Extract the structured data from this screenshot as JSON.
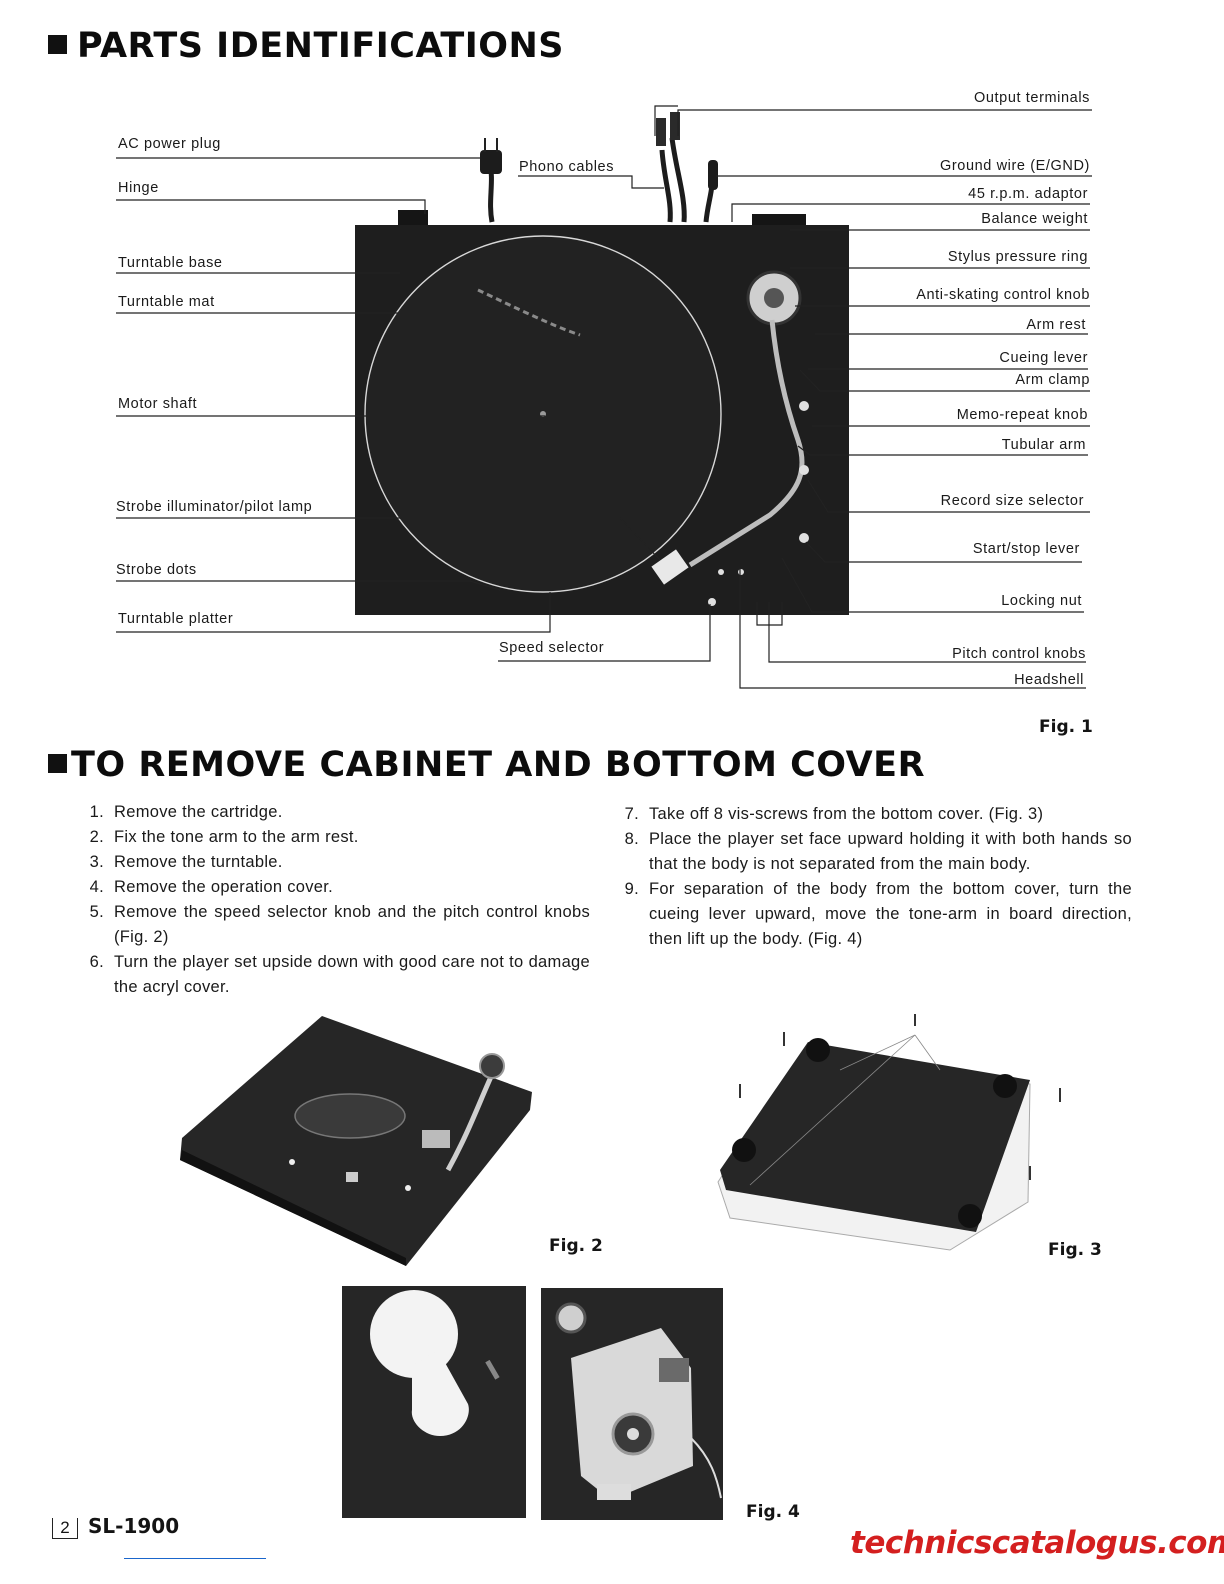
{
  "heading1": "PARTS IDENTIFICATIONS",
  "heading2": "TO REMOVE CABINET AND BOTTOM COVER",
  "labels_left": [
    "AC power plug",
    "Hinge",
    "Turntable base",
    "Turntable mat",
    "Motor shaft",
    "Strobe illuminator/pilot lamp",
    "Strobe dots",
    "Turntable platter"
  ],
  "labels_right": [
    "Output terminals",
    "Ground wire (E/GND)",
    "45 r.p.m. adaptor",
    "Balance weight",
    "Stylus pressure ring",
    "Anti-skating control knob",
    "Arm rest",
    "Cueing lever",
    "Arm clamp",
    "Memo-repeat knob",
    "Tubular arm",
    "Record size selector",
    "Start/stop lever",
    "Locking nut",
    "Pitch control knobs",
    "Headshell"
  ],
  "labels_center": {
    "phono_cables": "Phono cables",
    "speed_selector": "Speed selector"
  },
  "figures": {
    "fig1": "Fig. 1",
    "fig2": "Fig. 2",
    "fig3": "Fig. 3",
    "fig4": "Fig. 4"
  },
  "steps_left": [
    {
      "num": "1.",
      "text": "Remove the cartridge."
    },
    {
      "num": "2.",
      "text": "Fix the tone arm to the arm rest."
    },
    {
      "num": "3.",
      "text": "Remove the turntable."
    },
    {
      "num": "4.",
      "text": "Remove the operation cover."
    },
    {
      "num": "5.",
      "text": "Remove the speed selector knob and the pitch control knobs (Fig. 2)"
    },
    {
      "num": "6.",
      "text": "Turn the player set upside down with good care not to damage the acryl cover."
    }
  ],
  "steps_right": [
    {
      "num": "7.",
      "text": "Take off 8 vis-screws from the bottom cover. (Fig. 3)"
    },
    {
      "num": "8.",
      "text": "Place the player set face upward holding it with both hands so that the body is not separated from the main body."
    },
    {
      "num": "9.",
      "text": "For separation of the body from the bottom cover, turn the cueing lever upward, move the tone-arm in board direction, then lift up the body. (Fig. 4)"
    }
  ],
  "footer": {
    "page_number": "2",
    "model": "SL-1900",
    "watermark": "technicscatalogus.com"
  },
  "colors": {
    "watermark": "#d41f1f",
    "photo": "#262626"
  }
}
